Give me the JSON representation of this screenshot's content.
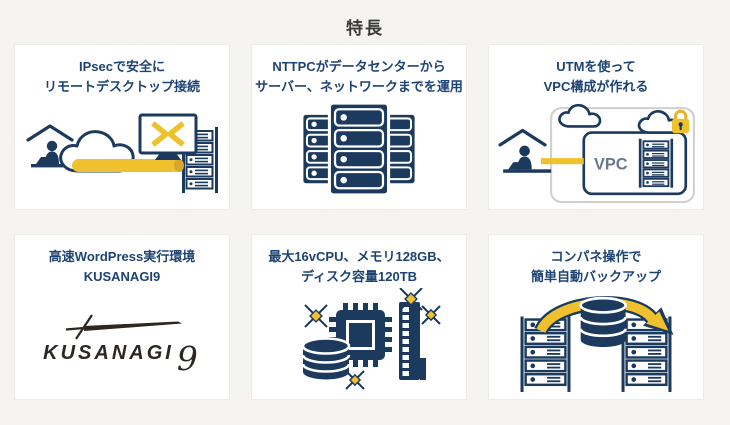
{
  "page": {
    "title": "特長"
  },
  "colors": {
    "background": "#f5f4f2",
    "card_background": "#ffffff",
    "card_border": "#ececea",
    "page_title_text": "#3a3a3a",
    "card_title_text": "#1d4373",
    "illustration_navy": "#1b3a5e",
    "illustration_yellow": "#f0c12f",
    "illustration_yellow_dark": "#d9a62c",
    "kusanagi_black": "#2d2722"
  },
  "cards": [
    {
      "title_line1": "IPsecで安全に",
      "title_line2": "リモートデスクトップ接続",
      "icon": "remote-desktop-illustration"
    },
    {
      "title_line1": "NTTPCがデータセンターから",
      "title_line2": "サーバー、ネットワークまでを運用",
      "icon": "server-racks-illustration"
    },
    {
      "title_line1": "UTMを使って",
      "title_line2": "VPC構成が作れる",
      "icon": "vpc-illustration",
      "labels": {
        "vpc": "VPC"
      }
    },
    {
      "title_line1": "高速WordPress実行環境",
      "title_line2": "KUSANAGI9",
      "icon": "kusanagi-logo",
      "labels": {
        "logo_text": "KUSANAGI",
        "logo_number": "9"
      }
    },
    {
      "title_line1": "最大16vCPU、メモリ128GB、",
      "title_line2": "ディスク容量120TB",
      "icon": "cpu-memory-disk-illustration"
    },
    {
      "title_line1": "コンパネ操作で",
      "title_line2": "簡単自動バックアップ",
      "icon": "auto-backup-illustration"
    }
  ]
}
